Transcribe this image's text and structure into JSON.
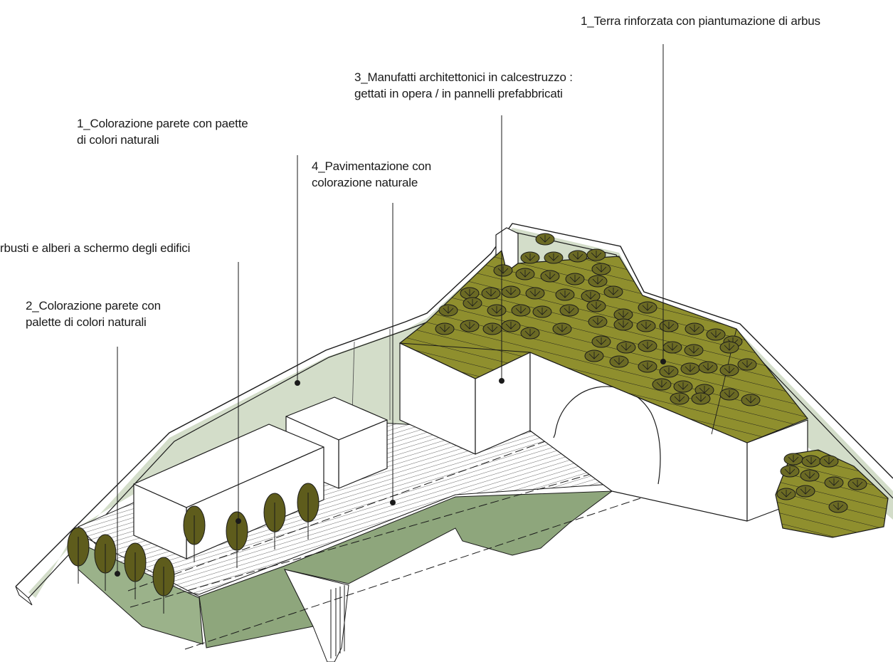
{
  "annotations": [
    {
      "id": "terra-rinforzata",
      "lines": [
        "1_Terra rinforzata con piantumazione di arbus"
      ]
    },
    {
      "id": "manufatti",
      "lines": [
        "3_Manufatti architettonici in calcestruzzo :",
        "gettati in opera / in pannelli prefabbricati"
      ]
    },
    {
      "id": "colorazione-parete-1",
      "lines": [
        "1_Colorazione parete con paette",
        "di colori naturali"
      ]
    },
    {
      "id": "pavimentazione",
      "lines": [
        "4_Pavimentazione con",
        "colorazione naturale"
      ]
    },
    {
      "id": "arbusti-alberi",
      "lines": [
        "rbusti e alberi a schermo degli edifici"
      ]
    },
    {
      "id": "colorazione-parete-2",
      "lines": [
        "2_Colorazione parete con",
        "palette di colori naturali"
      ]
    }
  ],
  "colors": {
    "wall": "#d3ddc9",
    "embankment": "#8ea67c",
    "planted_slope": "#8f8f2e",
    "shrub": "#6b6a24",
    "tree": "#5e5c1c",
    "building": "#ffffff",
    "outline": "#1a1a1a"
  }
}
